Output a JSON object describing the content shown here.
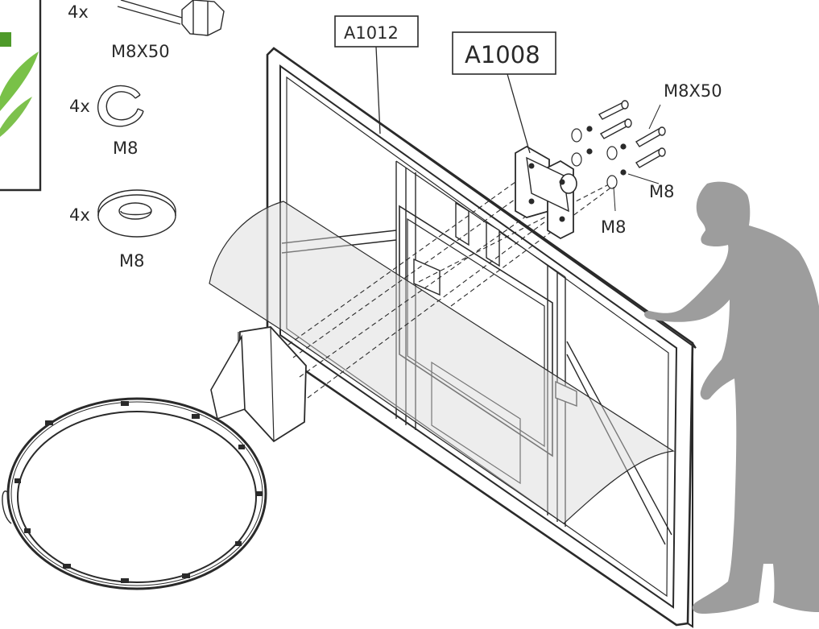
{
  "callouts": {
    "board_part": "A1012",
    "bracket_part": "A1008"
  },
  "parts_list": {
    "bolt_qty": "4x",
    "bolt_size": "M8X50",
    "spring_washer_qty": "4x",
    "spring_washer_size": "M8",
    "flat_washer_qty": "4x",
    "flat_washer_size": "M8"
  },
  "hardware_labels": {
    "bolts": "M8X50",
    "nuts": "M8",
    "washers": "M8"
  },
  "colors": {
    "line": "#2a2a2a",
    "person": "#9d9d9d",
    "panel_tint": "#d8d8d8",
    "leaf_green": "#6fba3a"
  }
}
